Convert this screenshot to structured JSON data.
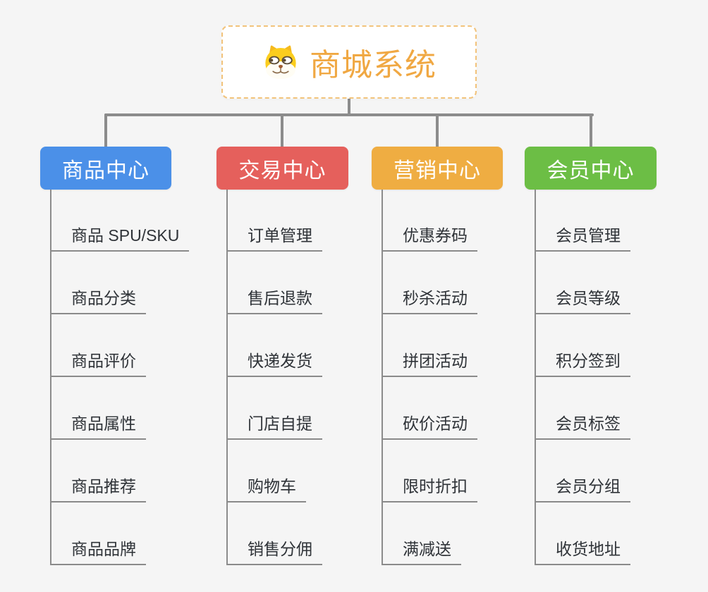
{
  "root": {
    "title": "商城系统",
    "icon": "dog-face-icon"
  },
  "branches": [
    {
      "label": "商品中心",
      "color": "#4B90E8",
      "children": [
        "商品 SPU/SKU",
        "商品分类",
        "商品评价",
        "商品属性",
        "商品推荐",
        "商品品牌"
      ]
    },
    {
      "label": "交易中心",
      "color": "#E5605C",
      "children": [
        "订单管理",
        "售后退款",
        "快递发货",
        "门店自提",
        "购物车",
        "销售分佣"
      ]
    },
    {
      "label": "营销中心",
      "color": "#EFAD42",
      "children": [
        "优惠券码",
        "秒杀活动",
        "拼团活动",
        "砍价活动",
        "限时折扣",
        "满减送"
      ]
    },
    {
      "label": "会员中心",
      "color": "#6CBE45",
      "children": [
        "会员管理",
        "会员等级",
        "积分签到",
        "会员标签",
        "会员分组",
        "收货地址"
      ]
    }
  ],
  "colors": {
    "background": "#F5F5F5",
    "connector": "#8C8C8C",
    "root_text": "#F0A843",
    "root_border": "#F2C37B",
    "leaf_text": "#2F3338",
    "branch_text": "#FFFFFF"
  }
}
